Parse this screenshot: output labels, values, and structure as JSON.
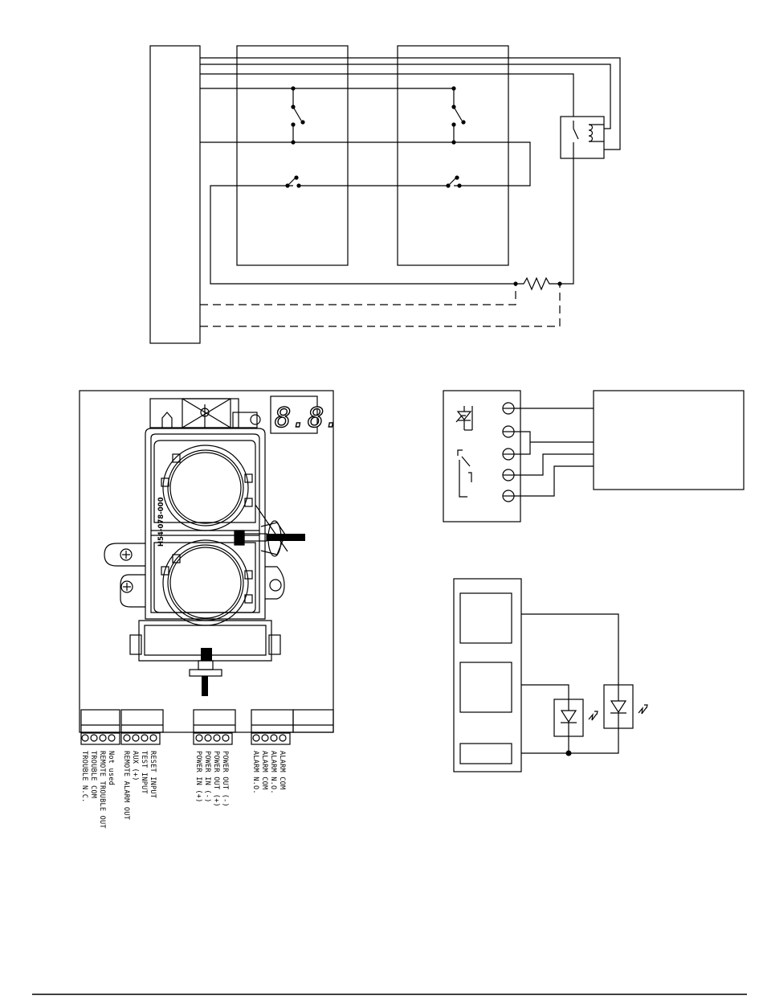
{
  "detector": {
    "part_number": "H54-078-000",
    "display": "8.8."
  },
  "terminal_groups": [
    {
      "name": "trouble-block",
      "labels": [
        "TROUBLE N.C.",
        "TROUBLE COM",
        "REMOTE TROUBLE OUT",
        "Not used"
      ]
    },
    {
      "name": "input-block",
      "labels": [
        "REMOTE ALARM OUT",
        "AUX (+)",
        "TEST INPUT",
        "RESET INPUT"
      ]
    },
    {
      "name": "power-block",
      "labels": [
        "POWER IN (+)",
        "POWER IN (-)",
        "POWER OUT (+)",
        "POWER OUT (-)"
      ]
    },
    {
      "name": "alarm-block",
      "labels": [
        "ALARM N.O.",
        "ALARM COM",
        "ALARM N.O.",
        "ALARM COM"
      ]
    }
  ],
  "icons": {
    "mounting_screw": "phillips-screw-icon",
    "led": "led-icon",
    "relay_coil": "relay-coil-icon",
    "resistor": "resistor-icon"
  }
}
